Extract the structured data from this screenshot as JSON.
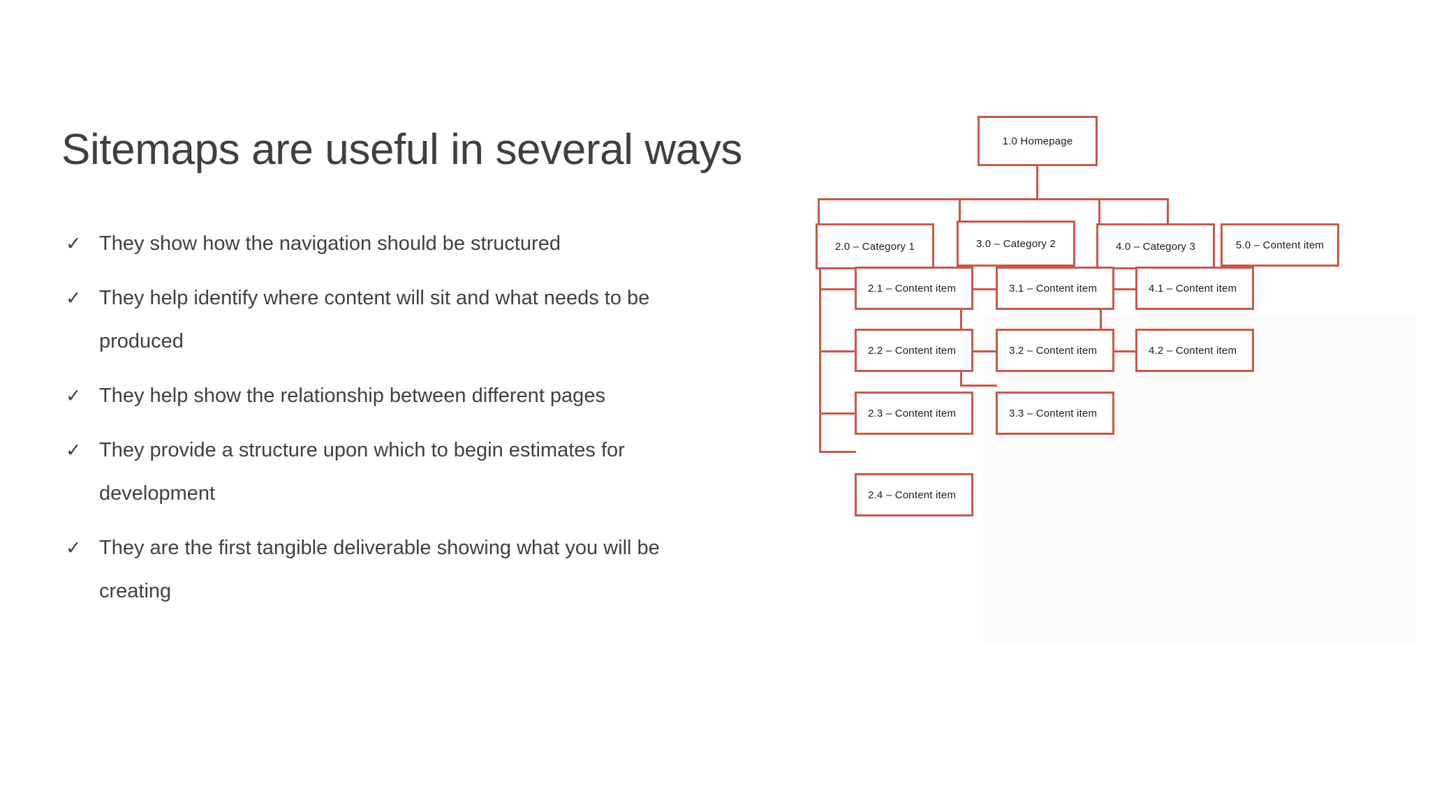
{
  "slide": {
    "title": "Sitemaps are useful in several ways",
    "bullet_marker": "✓",
    "bullets": [
      "They show how the navigation should be structured",
      "They help identify where content will sit and what needs to be produced",
      "They help show the relationship between different pages",
      "They provide a structure upon which to begin estimates for development",
      "They are the first tangible deliverable showing what you will be creating"
    ]
  },
  "colors": {
    "node_border": "#c8584b",
    "connector": "#c8584b",
    "title_text": "#3f3f3f",
    "body_text": "#404040",
    "node_fill": "#ffffff",
    "diagram_panel": "#fcfbfa",
    "background": "#ffffff"
  },
  "sitemap": {
    "root": "1.0 Homepage",
    "level1": [
      "2.0 – Category 1",
      "3.0 – Category 2",
      "4.0 – Category 3",
      "5.0 – Content item"
    ],
    "category1_children": [
      "2.1 – Content item",
      "2.2 – Content item",
      "2.3 – Content item",
      "2.4 – Content item"
    ],
    "category2_children": [
      "3.1 – Content item",
      "3.2 – Content item",
      "3.3 – Content item"
    ],
    "category3_children": [
      "4.1 – Content item",
      "4.2 – Content item"
    ],
    "category4_children": []
  }
}
